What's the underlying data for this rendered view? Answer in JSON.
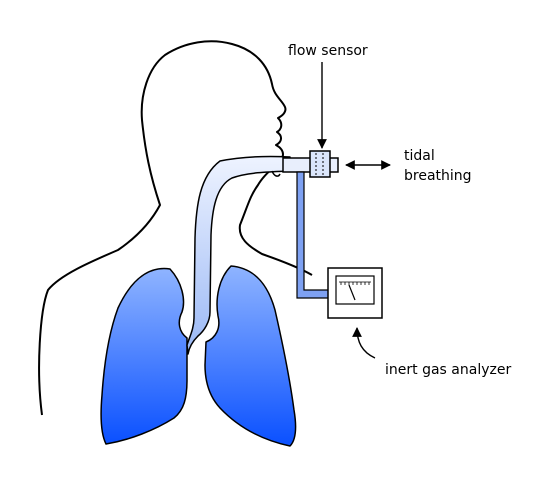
{
  "labels": {
    "flow_sensor": "flow sensor",
    "tidal_line1": "tidal",
    "tidal_line2": "breathing",
    "analyzer": "inert gas analyzer"
  },
  "colors": {
    "lung_top": "#8fb4ff",
    "lung_bottom": "#0a50ff",
    "airway_light": "#eef3ff",
    "airway_dark": "#9ab8f5",
    "gas_line": "#7ea1f2",
    "outline": "#000000"
  }
}
